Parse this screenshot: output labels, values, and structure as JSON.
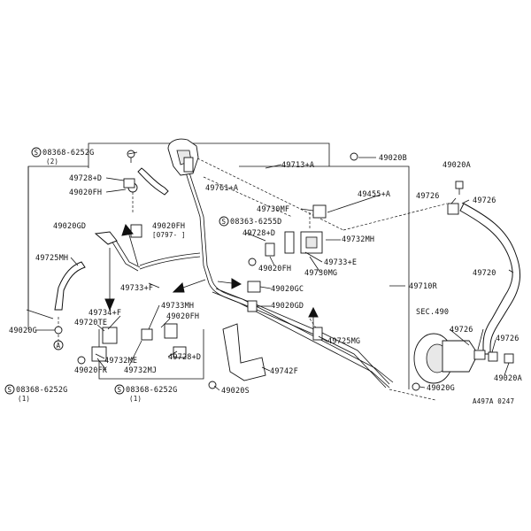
{
  "diagram": {
    "labels": {
      "l01": "S",
      "l02": "08368-6252G",
      "l03": "(2)",
      "l04": "49728+D",
      "l05": "49020FH",
      "l06": "49761+A",
      "l07": "49713+A",
      "l08": "49020B",
      "l09": "49020A",
      "l10": "49726",
      "l11": "49726",
      "l12": "49730MF",
      "l13": "49455+A",
      "l14": "49020GD",
      "l15": "49020FH",
      "l16": "[0797- ]",
      "l17": "S",
      "l18": "08363-6255D",
      "l19": "49728+D",
      "l20": "49732MH",
      "l21": "49733+E",
      "l22": "49020FH",
      "l23": "49730MG",
      "l24": "49720",
      "l25": "49725MH",
      "l26": "49733+F",
      "l27": "49020GC",
      "l28": "49710R",
      "l29": "49020GD",
      "l30": "49733MH",
      "l31": "49734+F",
      "l32": "49020FH",
      "l33": "SEC.490",
      "l34": "49726",
      "l35": "49726",
      "l36": "49020G",
      "l37": "49720TE",
      "l38": "49725MG",
      "l39": "A",
      "l40": "49732ME",
      "l41": "49728+D",
      "l42": "49020FK",
      "l43": "49732MJ",
      "l44": "49742F",
      "l45": "49020A",
      "l46": "S",
      "l47": "08368-6252G",
      "l48": "(1)",
      "l49": "S",
      "l50": "08368-6252G",
      "l51": "(1)",
      "l52": "49020S",
      "l53": "49020G",
      "l54": "A497A 0247"
    }
  }
}
